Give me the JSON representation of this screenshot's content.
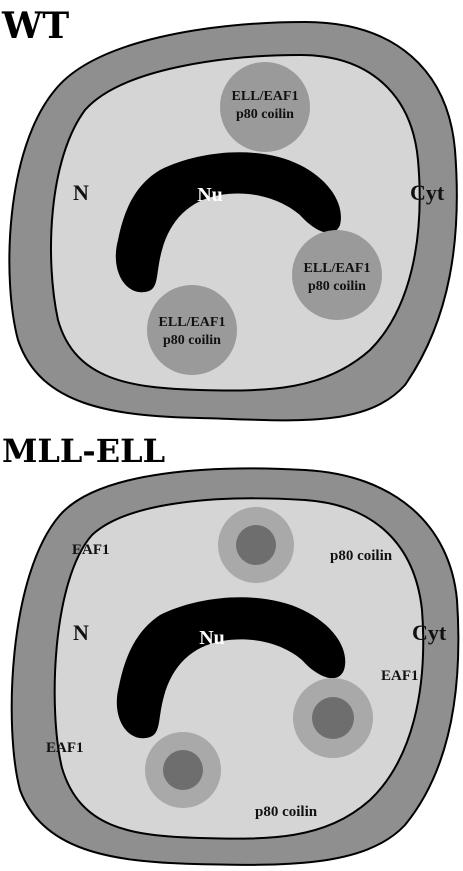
{
  "panels": {
    "wt": {
      "title": "WT",
      "nucleus_label": "N",
      "cytoplasm_label": "Cyt",
      "nucleolus_label": "Nu",
      "bodies": [
        {
          "line1": "ELL/EAF1",
          "line2": "p80 coilin"
        },
        {
          "line1": "ELL/EAF1",
          "line2": "p80 coilin"
        },
        {
          "line1": "ELL/EAF1",
          "line2": "p80 coilin"
        }
      ]
    },
    "mll_ell": {
      "title": "MLL-ELL",
      "nucleus_label": "N",
      "cytoplasm_label": "Cyt",
      "nucleolus_label": "Nu",
      "annotations": {
        "eaf1_top_left": "EAF1",
        "p80_top_right": "p80 coilin",
        "eaf1_right": "EAF1",
        "eaf1_bottom_left": "EAF1",
        "p80_bottom": "p80 coilin"
      }
    }
  },
  "colors": {
    "cytoplasm": "#8f8f8f",
    "nucleoplasm": "#d5d5d5",
    "nucleolus": "#000000",
    "body_fill": "#9a9a9a",
    "body_ring": "#a9a9a9",
    "body_core": "#6e6e6e",
    "outline": "#000000"
  }
}
